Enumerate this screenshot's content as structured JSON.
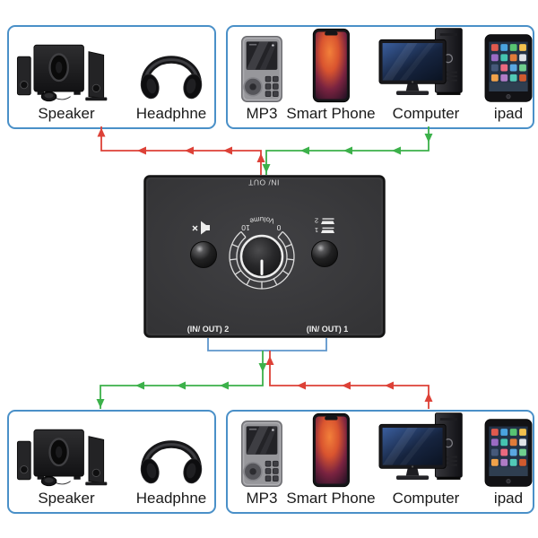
{
  "labels": {
    "speaker": "Speaker",
    "headphone": "Headphne",
    "mp3": "MP3",
    "smart_phone": "Smart Phone",
    "computer": "Computer",
    "ipad": "ipad"
  },
  "device": {
    "in_out": "IN/ OUT",
    "volume": "Volume",
    "dial_max": "10",
    "dial_min": "0",
    "channel_1": "1",
    "channel_2": "2",
    "port_2": "(IN/ OUT) 2",
    "port_1": "(IN/ OUT) 1"
  },
  "colors": {
    "box_border": "#4a90c8",
    "red_line": "#dd4137",
    "green_line": "#3cb14a",
    "blue_line": "#5e96cc",
    "device_body": "#3a3a3c"
  },
  "icons": {
    "left_button": "mute-speaker-icon",
    "right_button": "channel-selector-icon"
  }
}
